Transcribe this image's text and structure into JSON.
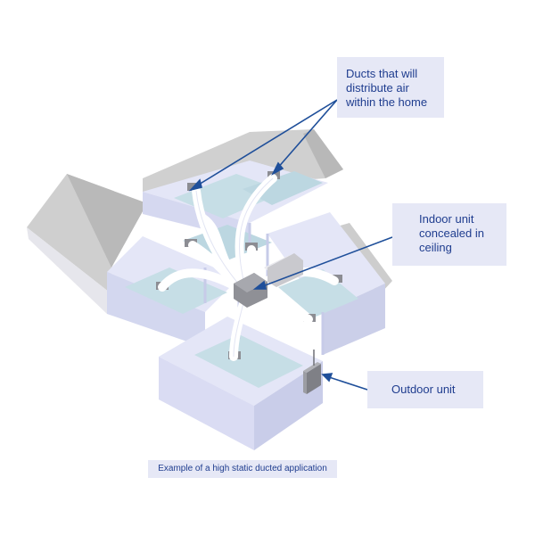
{
  "callouts": {
    "ducts": "Ducts that will\ndistribute air\nwithin the home",
    "indoor_unit": "Indoor unit\nconcealed in\nceiling",
    "outdoor_unit": "Outdoor unit"
  },
  "caption": "Example of a high static ducted application",
  "colors": {
    "wall": "#dde0f5",
    "wall_dark": "#c9cdea",
    "floor": "#c4dde4",
    "roof": "#cdcdcd",
    "duct": "#ffffff",
    "unit": "#8f9096",
    "leader": "#1f4f9a",
    "text": "#1f3d8f",
    "callout_bg": "#e6e8f6"
  }
}
